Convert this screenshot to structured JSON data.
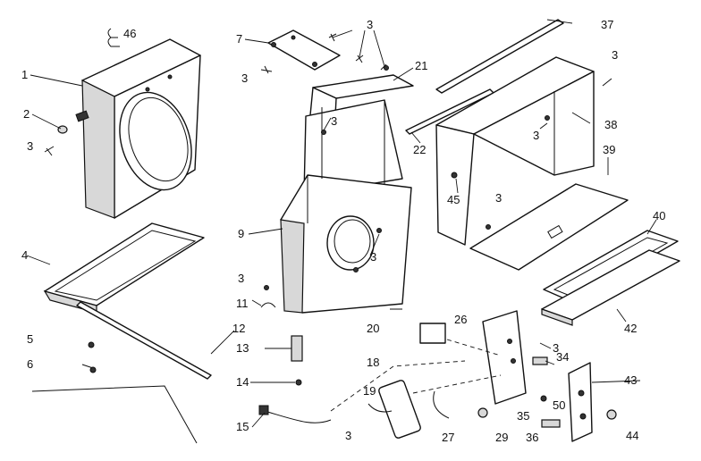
{
  "callouts": {
    "c1": "1",
    "c2": "2",
    "c3a": "3",
    "c46": "46",
    "c4": "4",
    "c5": "5",
    "c6": "6",
    "c7": "7",
    "c3b": "3",
    "c3c": "3",
    "c21": "21",
    "c3d": "3",
    "c9": "9",
    "c3e": "3",
    "c3f": "3",
    "c11": "11",
    "c12": "12",
    "c13": "13",
    "c14": "14",
    "c15": "15",
    "c20": "20",
    "c26": "26",
    "c18": "18",
    "c19": "19",
    "c3g": "3",
    "c27": "27",
    "c29": "29",
    "c35": "35",
    "c3h": "3",
    "c34": "34",
    "c50": "50",
    "c36": "36",
    "c43": "43",
    "c44": "44",
    "c37": "37",
    "c3i": "3",
    "c38": "38",
    "c22": "22",
    "c3j": "3",
    "c39": "39",
    "c45": "45",
    "c3k": "3",
    "c40": "40",
    "c42": "42"
  }
}
